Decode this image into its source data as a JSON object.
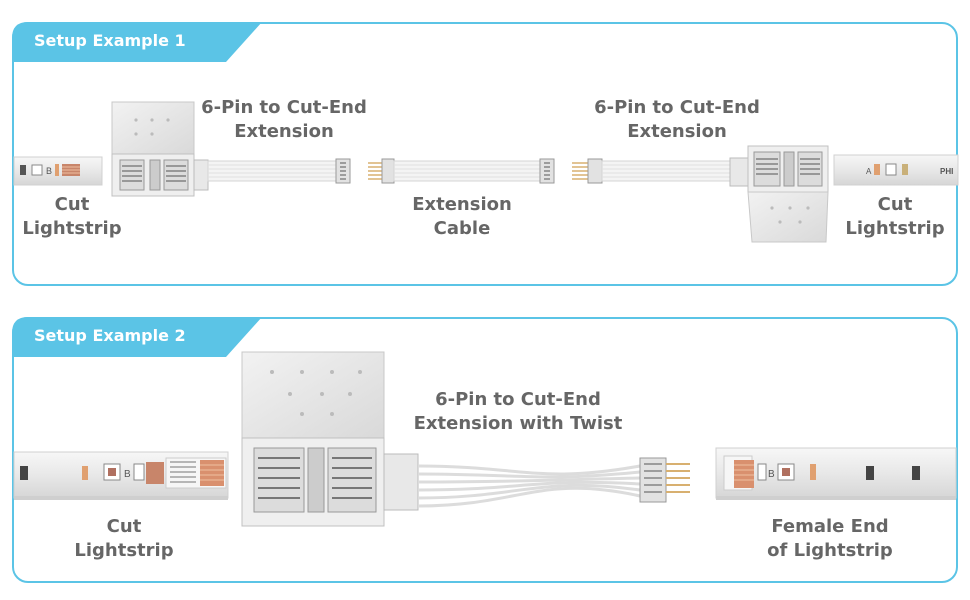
{
  "example1": {
    "tab_label": "Setup Example 1",
    "labels": {
      "left_connector": [
        "6-Pin to Cut-End",
        "Extension"
      ],
      "middle_cable": [
        "Extension",
        "Cable"
      ],
      "right_connector": [
        "6-Pin to Cut-End",
        "Extension"
      ],
      "left_strip": [
        "Cut",
        "Lightstrip"
      ],
      "right_strip": [
        "Cut",
        "Lightstrip"
      ]
    },
    "strip_markings": {
      "left": "B",
      "right_letter": "A",
      "right_brand": "PHI"
    }
  },
  "example2": {
    "tab_label": "Setup Example 2",
    "labels": {
      "connector": [
        "6-Pin to Cut-End",
        "Extension with Twist"
      ],
      "left_strip": [
        "Cut",
        "Lightstrip"
      ],
      "right_strip": [
        "Female End",
        "of Lightstrip"
      ]
    },
    "strip_markings": {
      "left": "B",
      "right": "B"
    }
  },
  "colors": {
    "accent": "#5bc4e6",
    "label_text": "#666666"
  }
}
